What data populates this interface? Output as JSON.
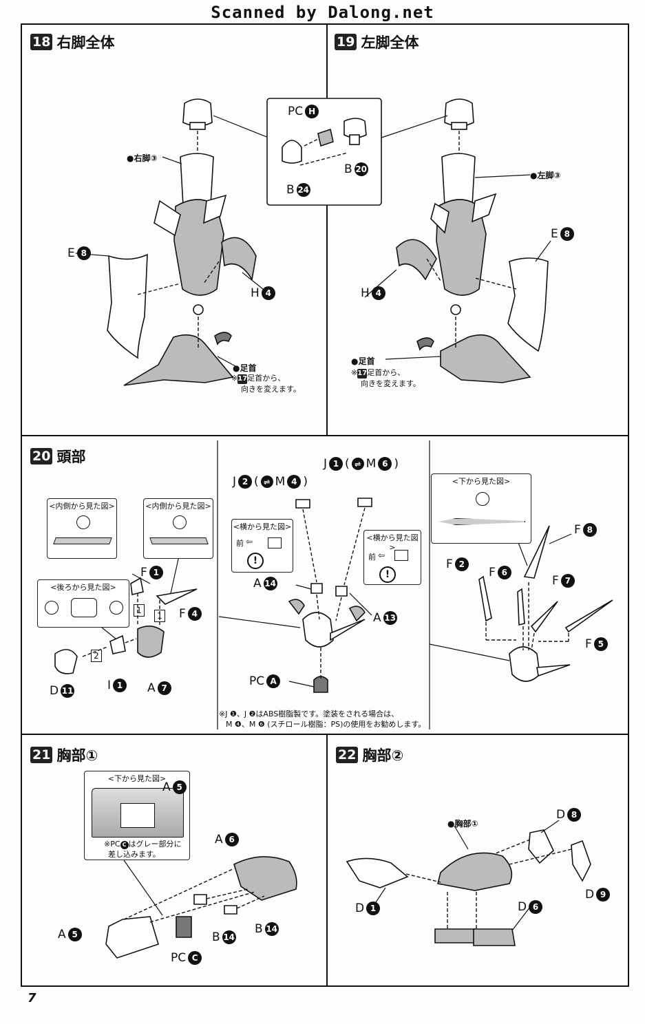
{
  "watermark": "Scanned by Dalong.net",
  "page_number": "7",
  "steps": {
    "s18": {
      "num": "18",
      "title": "右脚全体"
    },
    "s19": {
      "num": "19",
      "title": "左脚全体"
    },
    "s20": {
      "num": "20",
      "title": "頭部"
    },
    "s21": {
      "num": "21",
      "title": "胸部①"
    },
    "s22": {
      "num": "22",
      "title": "胸部②"
    }
  },
  "p18": {
    "callout_right_leg": "●右脚③",
    "callout_ankle": "●足首",
    "note_1": "※",
    "note_ref": "17",
    "note_2": "足首から、",
    "note_3": "向きを変えます。",
    "lbl_E": "E",
    "lbl_E_num": "8",
    "lbl_H": "H",
    "lbl_H_num": "4"
  },
  "inset_pc": {
    "pc": "PC",
    "pc_letter": "H",
    "b1": "B",
    "b1_num": "20",
    "b2": "B",
    "b2_num": "24"
  },
  "p19": {
    "callout_left_leg": "●左脚③",
    "callout_ankle": "●足首",
    "note_1": "※",
    "note_ref": "17",
    "note_2": "足首から、",
    "note_3": "向きを変えます。",
    "lbl_E": "E",
    "lbl_E_num": "8",
    "lbl_H": "H",
    "lbl_H_num": "4"
  },
  "p20": {
    "view_inside_1": "<内側から見た図>",
    "view_inside_2": "<内側から見た図>",
    "view_back": "<後ろから見た図>",
    "view_side_1": "<横から見た図>",
    "view_side_2": "<横から見た図>",
    "view_below": "<下から見た図>",
    "front_1": "前",
    "front_2": "前",
    "F": "F",
    "D": "D",
    "I": "I",
    "A": "A",
    "J": "J",
    "M": "M",
    "PC": "PC",
    "n1": "1",
    "n2": "2",
    "n4": "4",
    "n5": "5",
    "n6": "6",
    "n7": "7",
    "n8": "8",
    "n11": "11",
    "n13": "13",
    "n14": "14",
    "pc_letter": "A",
    "step1": "1",
    "step2": "2",
    "paren_open": "(",
    "paren_close": ")",
    "note_line1": "※J ❶、J ❷はABS樹脂製です。塗装をされる場合は、",
    "note_line2": "M ❹、M ❻ (スチロール樹脂：PS)の使用をお勧めします。"
  },
  "p21": {
    "view_below": "<下から見た図>",
    "note_1": "※PC",
    "note_letter": "C",
    "note_2": "はグレー部分に",
    "note_3": "差し込みます。",
    "A": "A",
    "B": "B",
    "PC": "PC",
    "n5": "5",
    "n6": "6",
    "n14": "14",
    "pc_letter": "C"
  },
  "p22": {
    "callout_chest": "●胸部①",
    "D": "D",
    "n1": "1",
    "n6": "6",
    "n8": "8",
    "n9": "9"
  }
}
